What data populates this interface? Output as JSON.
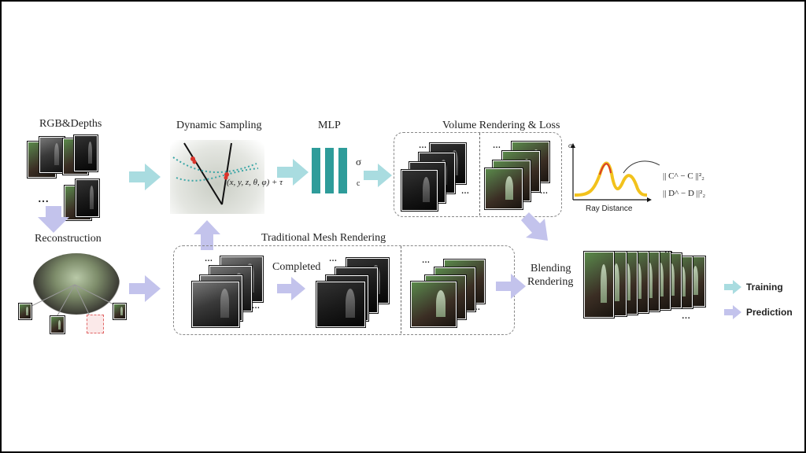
{
  "labels": {
    "rgb_depths": "RGB&Depths",
    "dots_left": "…",
    "reconstruction": "Reconstruction",
    "dynamic_sampling": "Dynamic Sampling",
    "sample_formula": "(x, y, z, θ, φ) + τ",
    "mlp": "MLP",
    "sigma": "σ",
    "c": "c",
    "volume_rendering_loss": "Volume Rendering & Loss",
    "traditional_mesh_rendering": "Traditional Mesh Rendering",
    "completed": "Completed",
    "blending_rendering_1": "Blending",
    "blending_rendering_2": "Rendering",
    "ray_distance": "Ray Distance",
    "plot_sigma": "σ",
    "loss_color": "|| C^ − C ||²₂",
    "loss_depth": "|| D^ − D ||²₂",
    "ellipsis": "…"
  },
  "legend": {
    "training": "Training",
    "prediction": "Prediction"
  },
  "colors": {
    "training_arrow": "#a9dce0",
    "prediction_arrow": "#c3c3ec",
    "mlp": "#2e9c9a",
    "curve_yellow": "#f2c21c",
    "curve_red": "#d9342b",
    "sample_dots": "#3aa6a6"
  }
}
